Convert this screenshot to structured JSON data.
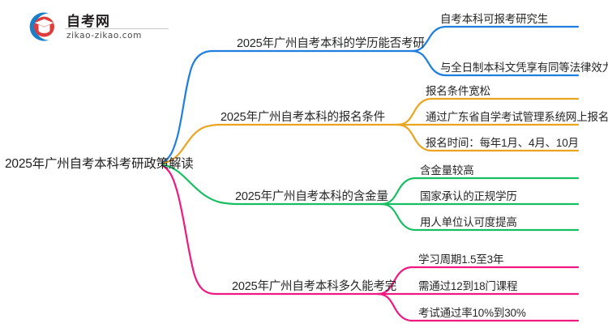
{
  "logo": {
    "name_cn": "自考网",
    "domain": "zikao-zikao.com",
    "mark_icon": "graduation-cap-logo-icon",
    "ring_color": "#1b7ec8",
    "cap_color": "#d92b2b"
  },
  "mindmap": {
    "root": {
      "label": "2025年广州自考本科考研政策解读"
    },
    "branches": [
      {
        "label": "2025年广州自考本科的学历能否考研",
        "color": "#1f7fe0",
        "children": [
          {
            "label": "自考本科可报考研究生"
          },
          {
            "label": "与全日制本科文凭享有同等法律效力"
          }
        ]
      },
      {
        "label": "2025年广州自考本科的报名条件",
        "color": "#eba41e",
        "children": [
          {
            "label": "报名条件宽松"
          },
          {
            "label": "通过广东省自学考试管理系统网上报名"
          },
          {
            "label": "报名时间：每年1月、4月、10月"
          }
        ]
      },
      {
        "label": "2025年广州自考本科的含金量",
        "color": "#16bf62",
        "children": [
          {
            "label": "含金量较高"
          },
          {
            "label": "国家承认的正规学历"
          },
          {
            "label": "用人单位认可度提高"
          }
        ]
      },
      {
        "label": "2025年广州自考本科多久能考完",
        "color": "#f0197f",
        "children": [
          {
            "label": "学习周期1.5至3年"
          },
          {
            "label": "需通过12到18门课程"
          },
          {
            "label": "考试通过率10%到30%"
          }
        ]
      }
    ]
  }
}
